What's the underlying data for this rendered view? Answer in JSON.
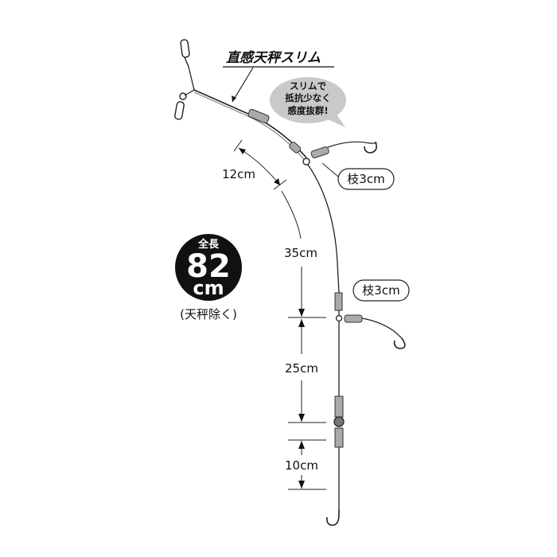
{
  "title": "直感天秤スリム",
  "bubble": {
    "line1": "スリムで",
    "line2": "抵抗少なく",
    "line3": "感度抜群!"
  },
  "branches": [
    {
      "label": "枝3cm"
    },
    {
      "label": "枝3cm"
    }
  ],
  "dimensions": [
    {
      "label": "12cm"
    },
    {
      "label": "35cm"
    },
    {
      "label": "25cm"
    },
    {
      "label": "10cm"
    }
  ],
  "total": {
    "top": "全長",
    "number": "82",
    "unit": "cm"
  },
  "note": "(天秤除く)"
}
